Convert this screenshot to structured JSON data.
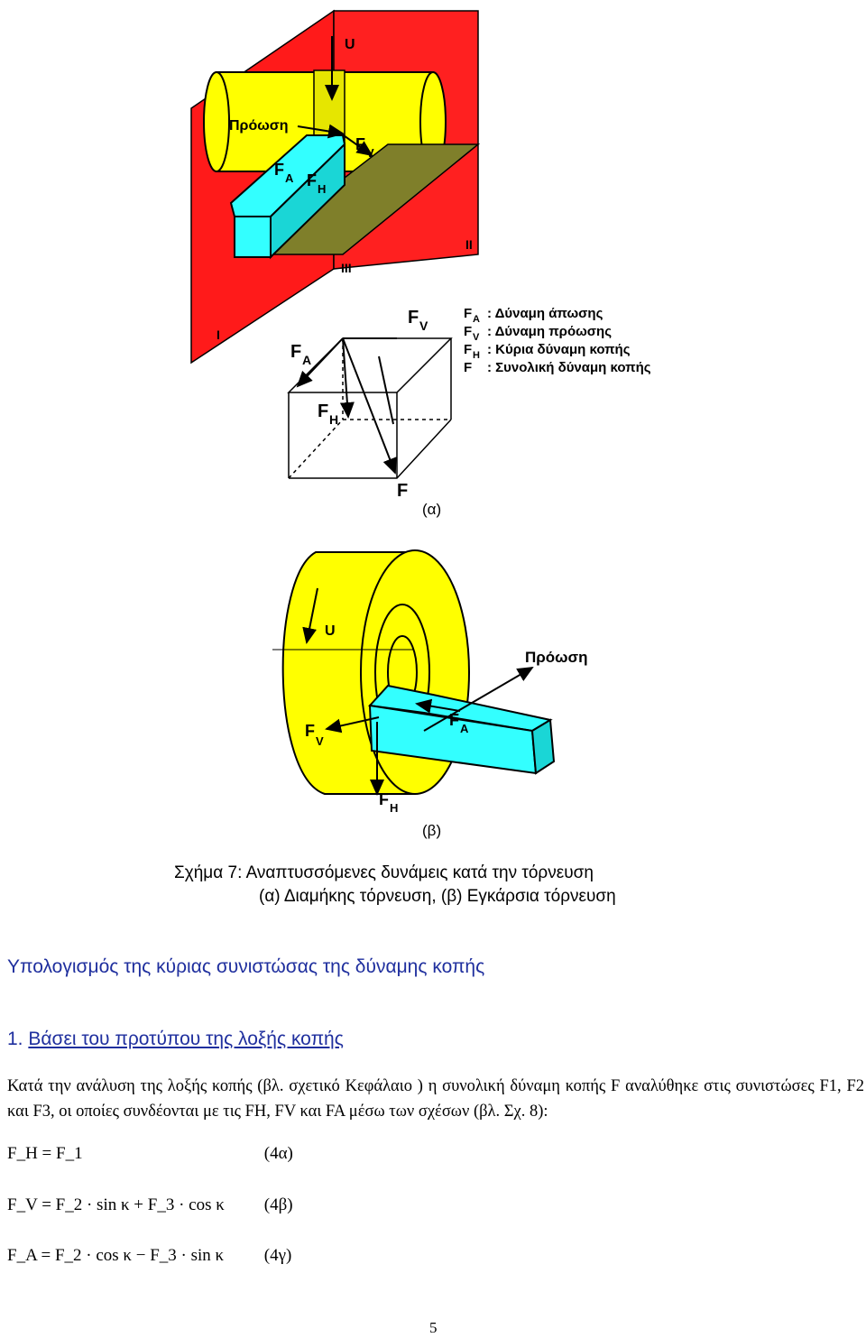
{
  "figure_a": {
    "u": "U",
    "feed": "Πρόωση",
    "fv": "V",
    "fa": "A",
    "fh": "H",
    "plane_2": "II",
    "plane_3": "III",
    "plane_1": "I",
    "legend": [
      {
        "sym": "A",
        "text": ": Δύναμη άπωσης"
      },
      {
        "sym": "V",
        "text": ": Δύναμη πρόωσης"
      },
      {
        "sym": "H",
        "text": ": Κύρια δύναμη κοπής"
      },
      {
        "sym": "",
        "text": ": Συνολική δύναμη κοπής"
      }
    ],
    "f_label": "F",
    "label": "(α)"
  },
  "figure_b": {
    "u": "U",
    "feed": "Πρόωση",
    "fa": "A",
    "fv": "V",
    "fh": "H",
    "label": "(β)"
  },
  "caption": {
    "line1": "Σχήμα 7: Αναπτυσσόμενες δυνάμεις κατά την τόρνευση",
    "line2": "(α) Διαμήκης τόρνευση, (β) Εγκάρσια τόρνευση"
  },
  "heading": "Υπολογισμός της κύριας συνιστώσας της δύναμης κοπής",
  "subheading": {
    "number": "1.",
    "text": "Βάσει του προτύπου της λοξής κοπής"
  },
  "paragraph": "Κατά την ανάλυση της λοξής κοπής (βλ. σχετικό Κεφάλαιο ) η συνολική δύναμη κοπής F αναλύθηκε στις συνιστώσες F1, F2 και F3, οι οποίες συνδέονται με τις FH, FV και FA μέσω των σχέσων (βλ. Σχ. 8):",
  "equations": [
    {
      "lhs": "F_H = F_1",
      "label": "(4α)"
    },
    {
      "lhs": "F_V = F_2 · sin κ + F_3 · cos κ",
      "label": "(4β)"
    },
    {
      "lhs": "F_A = F_2 · cos κ − F_3 · sin κ",
      "label": "(4γ)"
    }
  ],
  "page_number": "5",
  "colors": {
    "yellow": "#ffff00",
    "cyan": "#33ffff",
    "red": "#ff1a1a",
    "olive": "#7f7f2a",
    "heading_blue": "#1f2f9e"
  }
}
